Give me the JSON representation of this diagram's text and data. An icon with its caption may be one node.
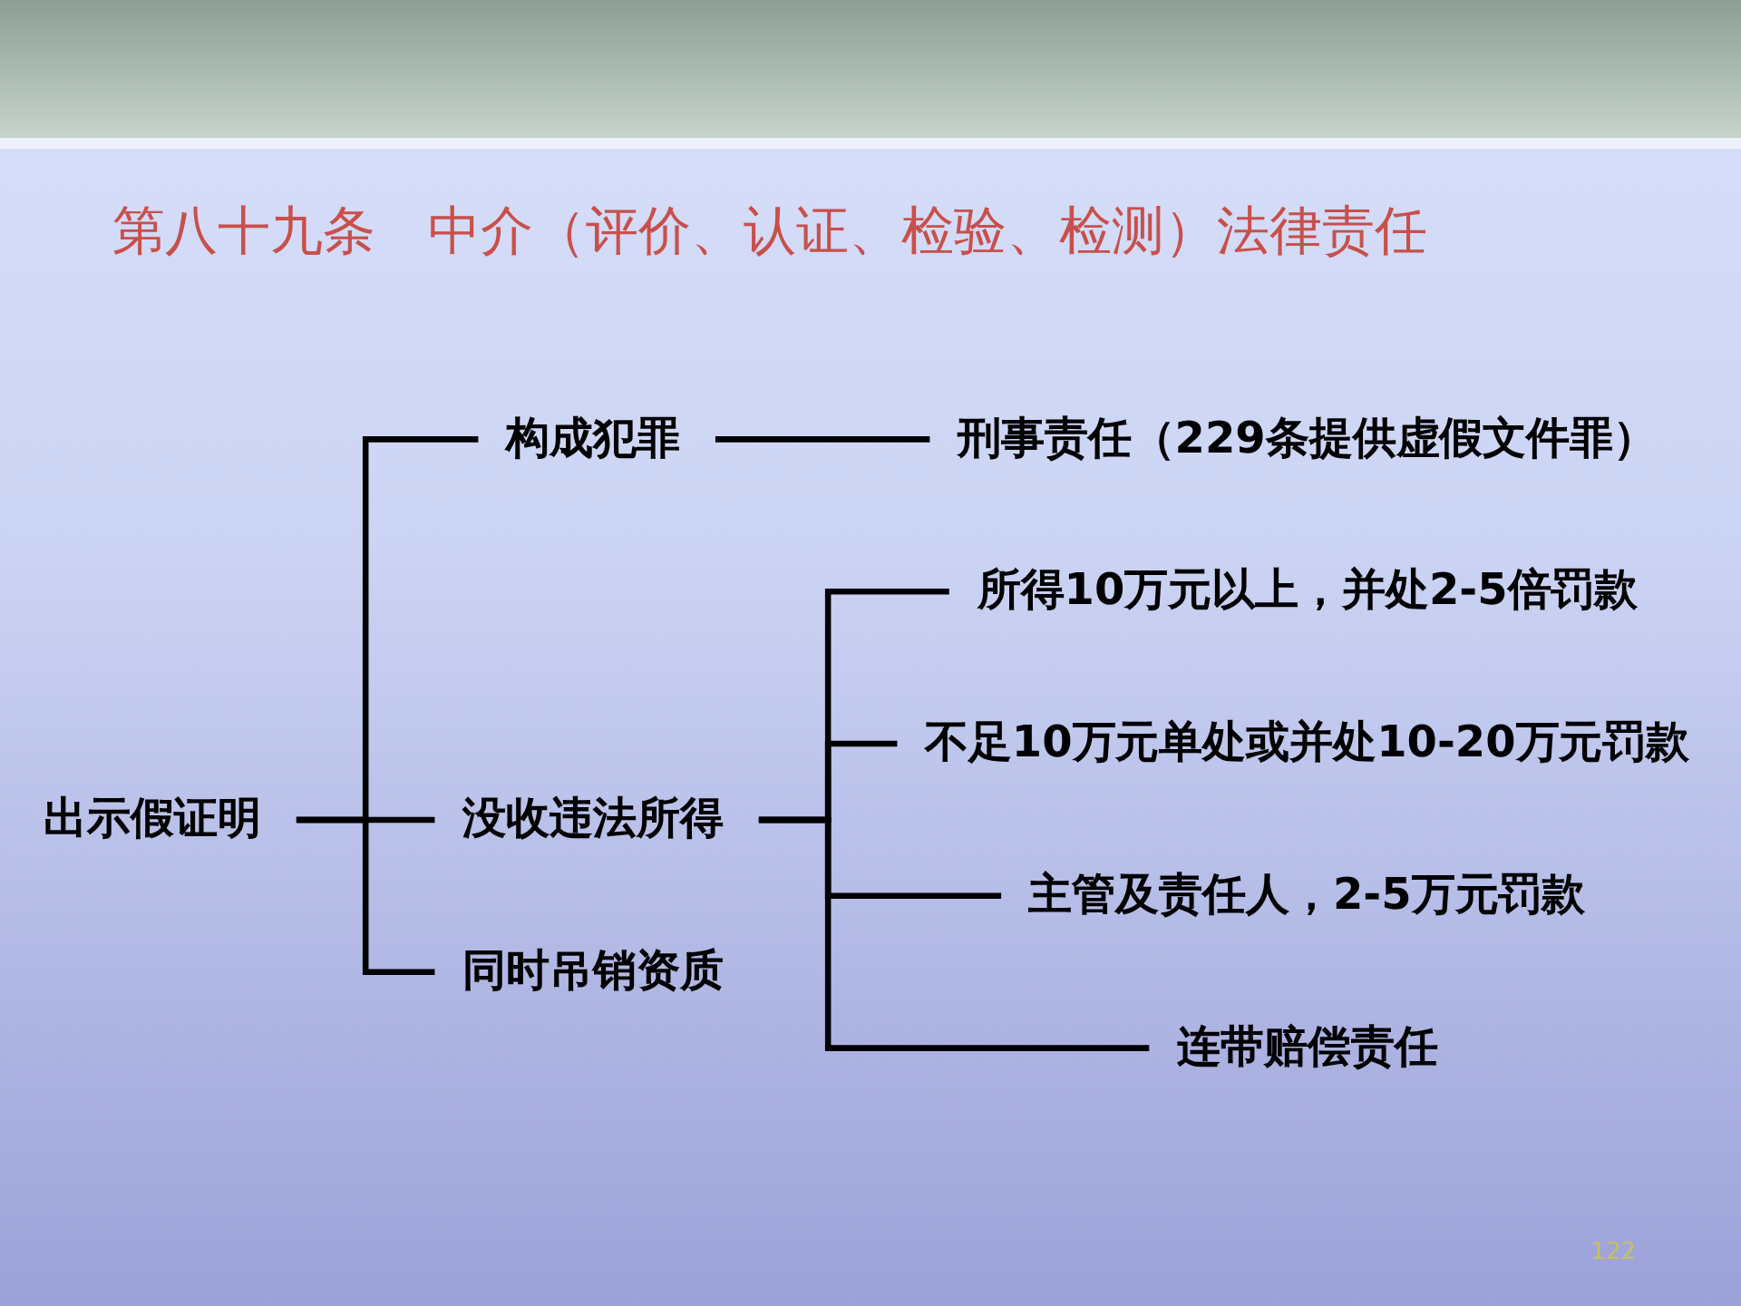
{
  "diagram": {
    "title": "第八十九条　中介（评价、认证、检验、检测）法律责任",
    "nodes": [
      {
        "text": [
          "出示假证明"
        ]
      },
      {
        "text": [
          "构成犯罪"
        ]
      },
      {
        "text": [
          "刑事责任（229条提供虚假文件罪）"
        ]
      },
      {
        "text": [
          "没收违法所得"
        ]
      },
      {
        "text": [
          "所得10万元以上，并处2-5倍罚款"
        ]
      },
      {
        "text": [
          "不足10万元单处或并处10-20万元罚款"
        ]
      },
      {
        "text": [
          "主管及责任人，2-5万元罚款"
        ]
      },
      {
        "text": [
          "连带赔偿责任"
        ]
      },
      {
        "text": [
          "同时吊销资质"
        ]
      }
    ],
    "edges": [
      {
        "from": 0,
        "to": 1,
        "arrow": "none"
      },
      {
        "from": 0,
        "to": 3,
        "arrow": "none"
      },
      {
        "from": 0,
        "to": 8,
        "arrow": "none"
      },
      {
        "from": 1,
        "to": 2,
        "arrow": "none"
      },
      {
        "from": 3,
        "to": 4,
        "arrow": "none"
      },
      {
        "from": 3,
        "to": 5,
        "arrow": "none"
      },
      {
        "from": 3,
        "to": 6,
        "arrow": "none"
      },
      {
        "from": 3,
        "to": 7,
        "arrow": "none"
      }
    ],
    "labels": [
      "122"
    ]
  }
}
